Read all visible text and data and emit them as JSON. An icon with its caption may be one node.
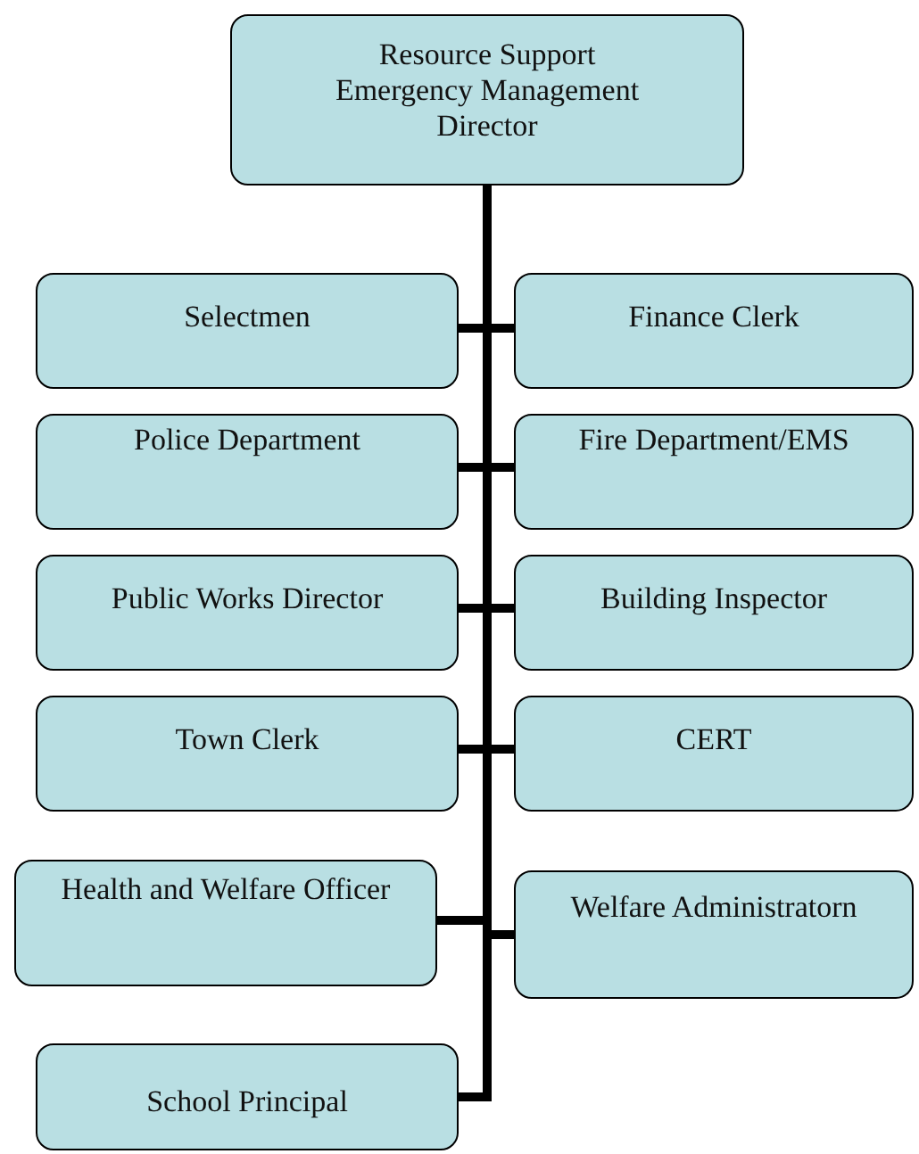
{
  "diagram": {
    "nodes": [
      {
        "text": [
          "Resource Support Emergency Management Director"
        ]
      },
      {
        "text": [
          "Selectmen"
        ]
      },
      {
        "text": [
          "Finance Clerk"
        ]
      },
      {
        "text": [
          "Police Department"
        ]
      },
      {
        "text": [
          "Fire Department/EMS"
        ]
      },
      {
        "text": [
          "Public Works Director"
        ]
      },
      {
        "text": [
          "Building Inspector"
        ]
      },
      {
        "text": [
          "Town Clerk"
        ]
      },
      {
        "text": [
          "CERT"
        ]
      },
      {
        "text": [
          "Health and Welfare Officer"
        ]
      },
      {
        "text": [
          "Welfare Administratorn"
        ]
      },
      {
        "text": [
          "School Principal"
        ]
      }
    ],
    "edges": [
      {
        "from": 0,
        "to": 1,
        "arrow": "none"
      },
      {
        "from": 0,
        "to": 2,
        "arrow": "none"
      },
      {
        "from": 0,
        "to": 3,
        "arrow": "none"
      },
      {
        "from": 0,
        "to": 4,
        "arrow": "none"
      },
      {
        "from": 0,
        "to": 5,
        "arrow": "none"
      },
      {
        "from": 0,
        "to": 6,
        "arrow": "none"
      },
      {
        "from": 0,
        "to": 7,
        "arrow": "none"
      },
      {
        "from": 0,
        "to": 8,
        "arrow": "none"
      },
      {
        "from": 0,
        "to": 9,
        "arrow": "none"
      },
      {
        "from": 0,
        "to": 10,
        "arrow": "none"
      },
      {
        "from": 0,
        "to": 11,
        "arrow": "none"
      }
    ]
  }
}
